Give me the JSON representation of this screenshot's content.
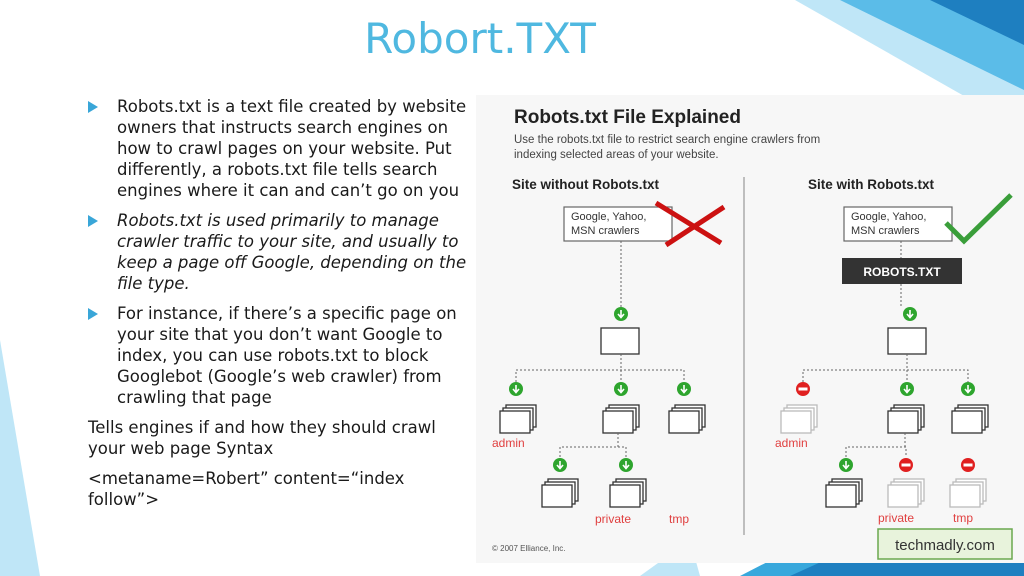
{
  "slide": {
    "title": "Robort.TXT",
    "bullets": [
      {
        "text": "Robots.txt is a text file created by website owners that instructs search engines on how to crawl pages on your website. Put differently, a robots.txt file tells search engines where it can and can’t go on you",
        "italic": false
      },
      {
        "text": "Robots.txt is used primarily to manage crawler traffic to your site, and usually to keep a page off Google, depending on the file type.",
        "italic": true
      },
      {
        "text": "For instance, if there’s a specific page on your site that you don’t want Google to index, you can use robots.txt to block Googlebot (Google’s web crawler) from crawling that page",
        "italic": false
      }
    ],
    "paragraphs": [
      "Tells engines if and how they should crawl your web page  Syntax",
      "<metaname=Robert” content=“index follow”>"
    ]
  },
  "figure": {
    "heading": "Robots.txt File Explained",
    "subtitle_line1": "Use the robots.txt file to restrict search engine crawlers from",
    "subtitle_line2": "indexing selected areas of your website.",
    "left_heading": "Site without Robots.txt",
    "right_heading": "Site with Robots.txt",
    "crawler_line1": "Google, Yahoo,",
    "crawler_line2": "MSN crawlers",
    "robots_label": "ROBOTS.TXT",
    "label_admin": "admin",
    "label_private": "private",
    "label_tmp": "tmp",
    "copyright": "© 2007 Elliance, Inc.",
    "watermark": "techmadly.com"
  },
  "colors": {
    "title": "#4fb8e0",
    "bullet_arrow": "#39a6d8",
    "green_allow": "#2ea52e",
    "red_block": "#e02020",
    "folder_label_red": "#e04040"
  }
}
